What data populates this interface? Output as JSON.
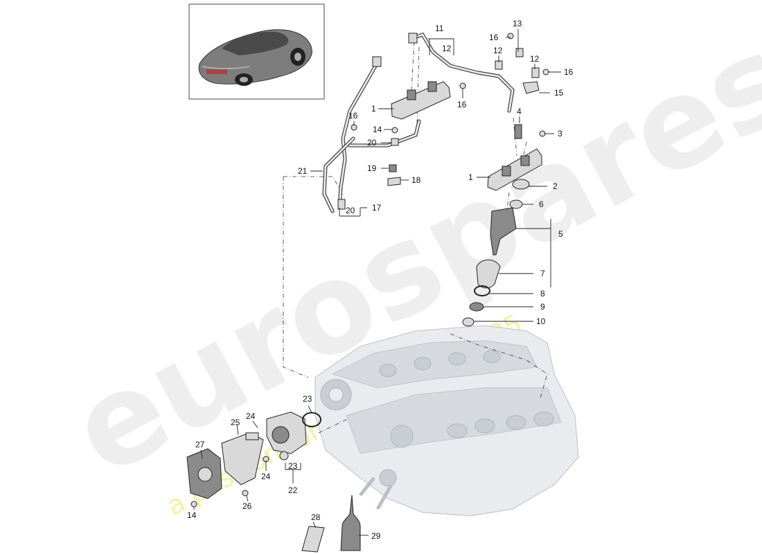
{
  "diagram": {
    "callouts": [
      {
        "id": "c1a",
        "text": "1"
      },
      {
        "id": "c1b",
        "text": "1"
      },
      {
        "id": "c2",
        "text": "2"
      },
      {
        "id": "c3",
        "text": "3"
      },
      {
        "id": "c4",
        "text": "4"
      },
      {
        "id": "c5",
        "text": "5"
      },
      {
        "id": "c6",
        "text": "6"
      },
      {
        "id": "c7",
        "text": "7"
      },
      {
        "id": "c8",
        "text": "8"
      },
      {
        "id": "c9",
        "text": "9"
      },
      {
        "id": "c10",
        "text": "10"
      },
      {
        "id": "c11",
        "text": "11"
      },
      {
        "id": "c12a",
        "text": "12"
      },
      {
        "id": "c12b",
        "text": "12"
      },
      {
        "id": "c12c",
        "text": "12"
      },
      {
        "id": "c13",
        "text": "13"
      },
      {
        "id": "c14a",
        "text": "14"
      },
      {
        "id": "c14b",
        "text": "14"
      },
      {
        "id": "c15",
        "text": "15"
      },
      {
        "id": "c16a",
        "text": "16"
      },
      {
        "id": "c16b",
        "text": "16"
      },
      {
        "id": "c16c",
        "text": "16"
      },
      {
        "id": "c16d",
        "text": "16"
      },
      {
        "id": "c17",
        "text": "17"
      },
      {
        "id": "c18",
        "text": "18"
      },
      {
        "id": "c19",
        "text": "19"
      },
      {
        "id": "c20a",
        "text": "20"
      },
      {
        "id": "c20b",
        "text": "20"
      },
      {
        "id": "c21",
        "text": "21"
      },
      {
        "id": "c22",
        "text": "22"
      },
      {
        "id": "c23a",
        "text": "23"
      },
      {
        "id": "c23b",
        "text": "23"
      },
      {
        "id": "c24a",
        "text": "24"
      },
      {
        "id": "c24b",
        "text": "24"
      },
      {
        "id": "c25",
        "text": "25"
      },
      {
        "id": "c26",
        "text": "26"
      },
      {
        "id": "c27",
        "text": "27"
      },
      {
        "id": "c28",
        "text": "28"
      },
      {
        "id": "c29",
        "text": "29"
      }
    ]
  },
  "watermark": {
    "brand": "eurospares",
    "tagline": "a passion for parts since 1985"
  },
  "colors": {
    "background": "#ffffff",
    "watermark_brand": "#eeeeee",
    "watermark_tagline": "#f3f1a8",
    "line": "#222222"
  }
}
